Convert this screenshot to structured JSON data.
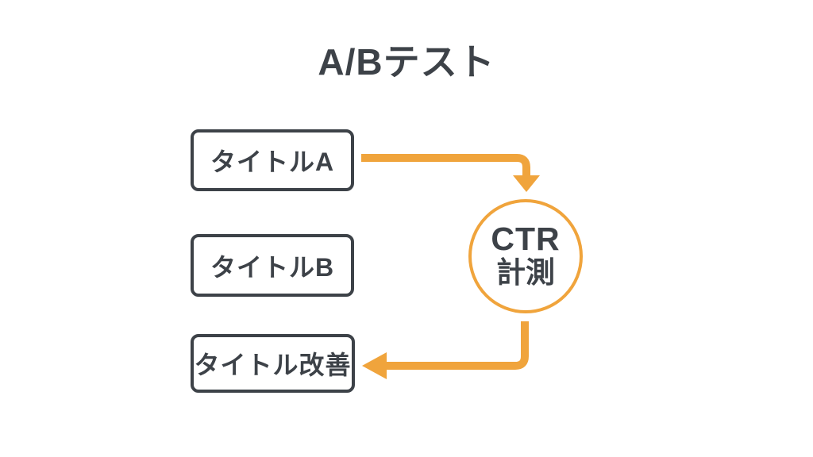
{
  "title": "A/Bテスト",
  "colors": {
    "accent": "#f0a43c",
    "dark": "#3d4248",
    "background": "#ffffff"
  },
  "nodes": {
    "box_a": {
      "label": "タイトルA"
    },
    "box_b": {
      "label": "タイトルB"
    },
    "box_improve": {
      "label": "タイトル改善"
    },
    "circle": {
      "line1": "CTR",
      "line2": "計測"
    }
  },
  "arrows": [
    {
      "name": "arrow-a-to-ctr",
      "from": "タイトルA",
      "to": "CTR計測",
      "direction": "down"
    },
    {
      "name": "arrow-ctr-to-improve",
      "from": "CTR計測",
      "to": "タイトル改善",
      "direction": "left"
    }
  ]
}
